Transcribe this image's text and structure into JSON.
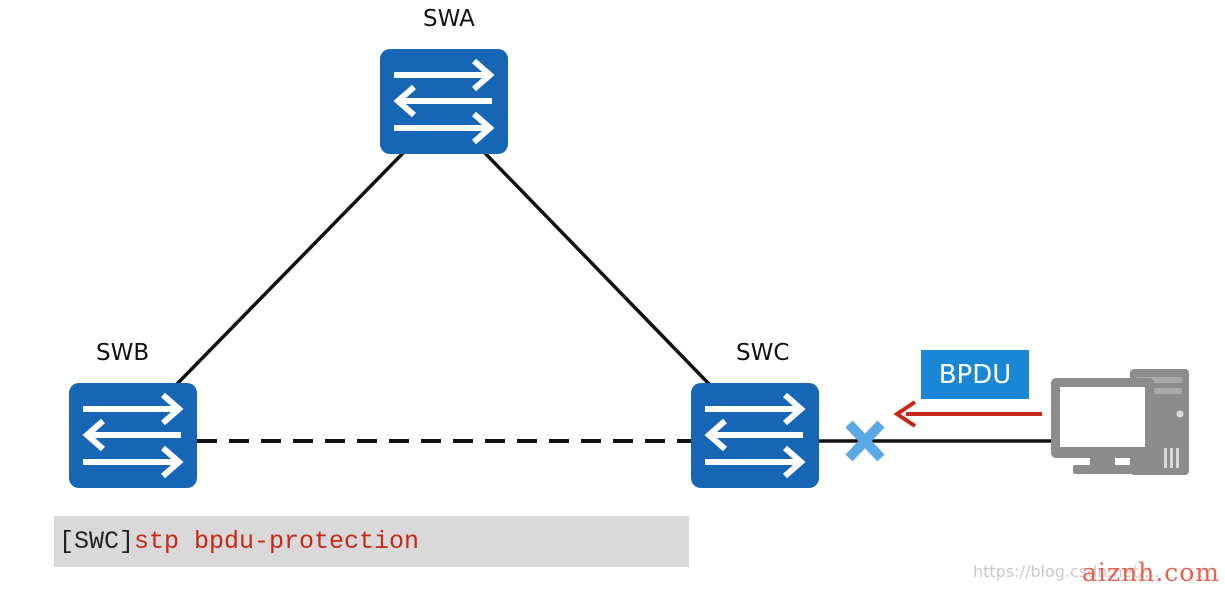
{
  "switches": [
    {
      "id": "swa",
      "label": "SWA",
      "icon": "switch-icon"
    },
    {
      "id": "swb",
      "label": "SWB",
      "icon": "switch-icon"
    },
    {
      "id": "swc",
      "label": "SWC",
      "icon": "switch-icon"
    }
  ],
  "host": {
    "icon": "pc-icon"
  },
  "bpdu_label": "BPDU",
  "blocked_marker": {
    "icon": "x-icon"
  },
  "command": {
    "prompt": "[SWC]",
    "text": "stp bpdu-protection"
  },
  "watermark": {
    "url": "https://blog.csdn.net/...",
    "brand": "aiznh.com"
  },
  "colors": {
    "switch_blue": "#1666b5",
    "bpdu_box": "#1a86d6",
    "arrow_red": "#c62818",
    "x_mark": "#5aa9e6",
    "pc_gray": "#8c8c8c",
    "command_bg": "#d9d9d9",
    "command_red": "#c62818"
  }
}
